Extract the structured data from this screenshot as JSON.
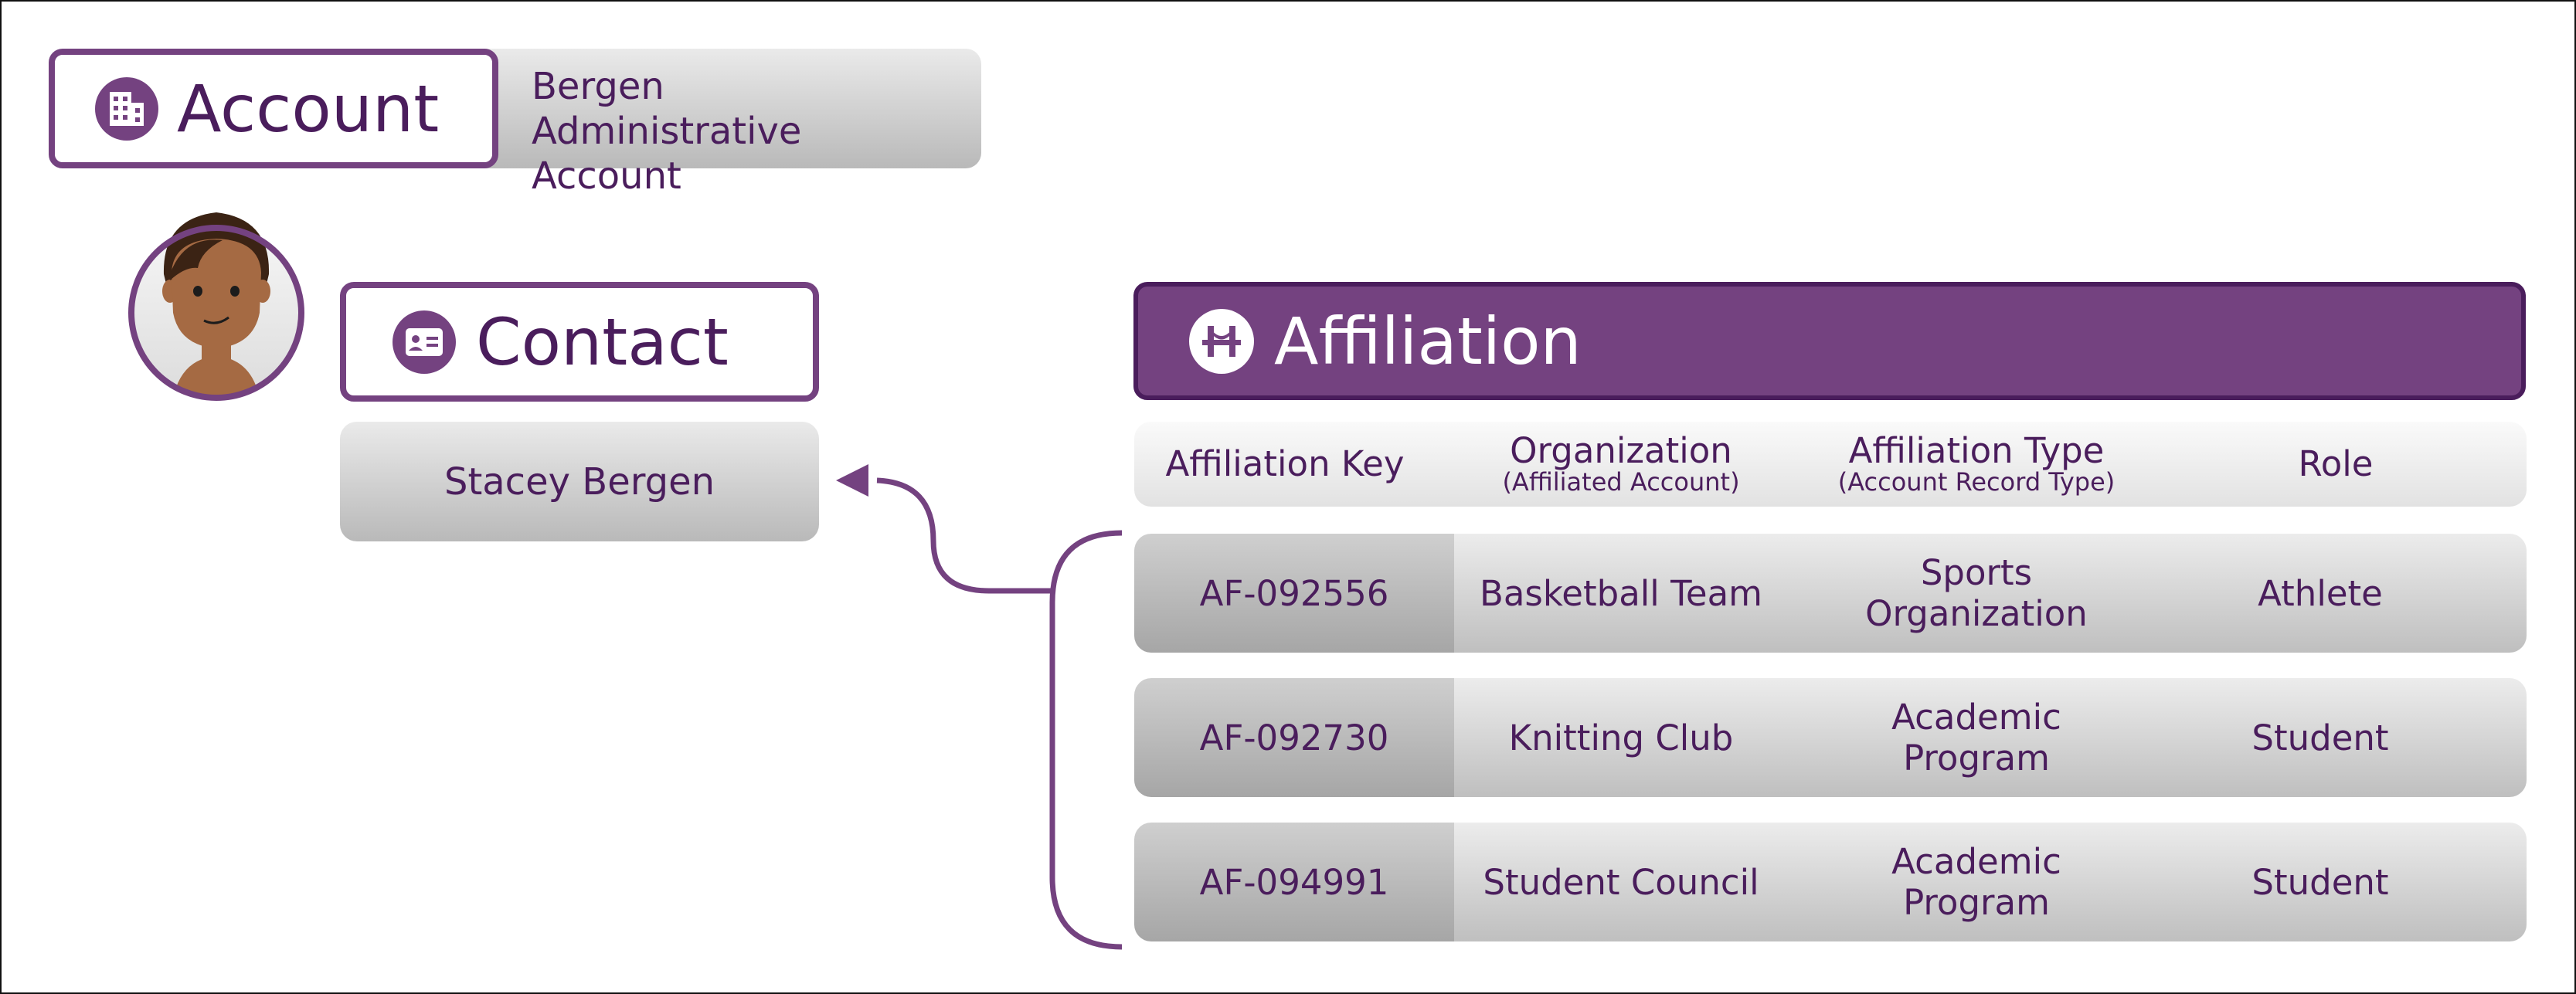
{
  "account": {
    "title": "Account",
    "icon": "building-icon",
    "value": "Bergen Administrative Account"
  },
  "contact": {
    "title": "Contact",
    "icon": "contact-card-icon",
    "value": "Stacey Bergen",
    "avatar": "person-avatar"
  },
  "affiliation": {
    "title": "Affiliation",
    "icon": "bridge-icon",
    "headers": [
      {
        "main": "Affiliation Key",
        "sub": ""
      },
      {
        "main": "Organization",
        "sub": "(Affiliated Account)"
      },
      {
        "main": "Affiliation Type",
        "sub": "(Account Record Type)"
      },
      {
        "main": "Role",
        "sub": ""
      }
    ],
    "rows": [
      {
        "key": "AF-092556",
        "organization": "Basketball Team",
        "type": "Sports Organization",
        "role": "Athlete"
      },
      {
        "key": "AF-092730",
        "organization": "Knitting Club",
        "type": "Academic Program",
        "role": "Student"
      },
      {
        "key": "AF-094991",
        "organization": "Student Council",
        "type": "Academic Program",
        "role": "Student"
      }
    ]
  },
  "colors": {
    "primary": "#744280",
    "text": "#4a1d5c"
  }
}
